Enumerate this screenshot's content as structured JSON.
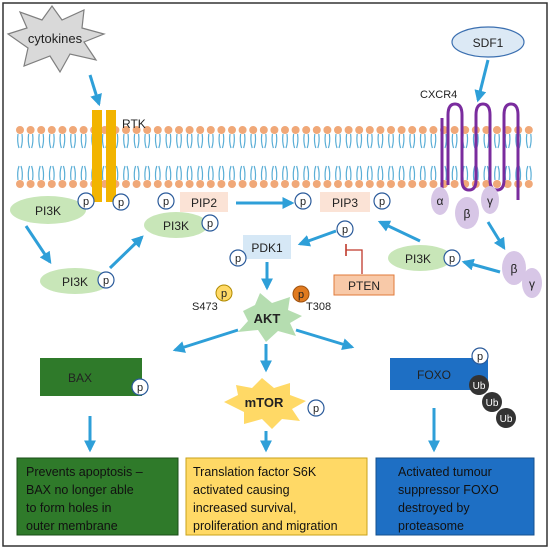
{
  "labels": {
    "cytokines": "cytokines",
    "sdf1": "SDF1",
    "rtk": "RTK",
    "cxcr4": "CXCR4",
    "pi3k": "PI3K",
    "p": "p",
    "pip2": "PIP2",
    "pip3": "PIP3",
    "pdk1": "PDK1",
    "pten": "PTEN",
    "akt": "AKT",
    "s473": "S473",
    "t308": "T308",
    "bax": "BAX",
    "mtor": "mTOR",
    "foxo": "FOXO",
    "ub": "Ub",
    "alpha": "α",
    "beta": "β",
    "gamma": "γ"
  },
  "outcomes": {
    "bax": [
      "Prevents apoptosis –",
      "BAX no longer able",
      "to form holes in",
      "outer membrane"
    ],
    "mtor": [
      "Translation factor S6K",
      "activated causing",
      "increased survival,",
      "proliferation and migration"
    ],
    "foxo": [
      "Activated tumour",
      "suppressor FOXO",
      "destroyed by",
      "proteasome"
    ]
  },
  "colors": {
    "arrow": "#2e9fd8",
    "membrane_head": "#f0a878",
    "membrane_tail": "#5aaed6",
    "rtk": "#f2b400",
    "cxcr4": "#7a2c9e",
    "gprotein": "#d7c6e6",
    "pi3k": "#c8e6b8",
    "pip_box": "#fbe3d6",
    "pdk1": "#d6e8f6",
    "pten": "#f8c9a8",
    "akt": "#b5ddb0",
    "mtor": "#ffd966",
    "bax": "#2f7a2a",
    "foxo": "#1e6fc4",
    "ub": "#333333",
    "box_bax": "#2f7a2a",
    "box_mtor": "#ffd966",
    "box_foxo": "#1e6fc4"
  }
}
